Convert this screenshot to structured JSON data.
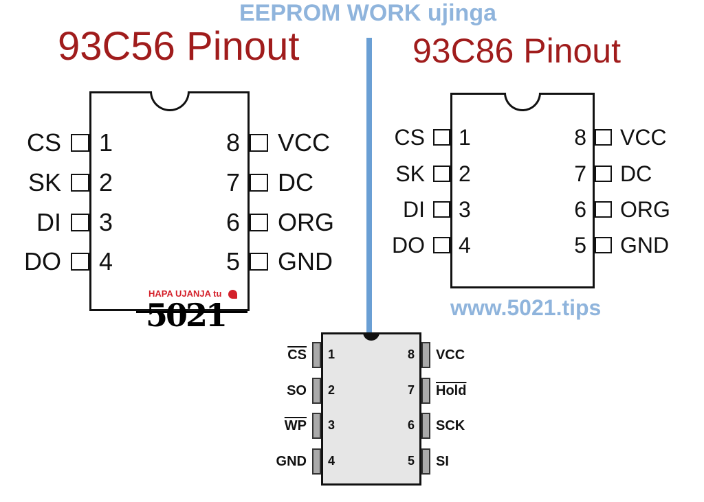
{
  "title": "EEPROM WORK ujinga",
  "website": "www.5021.tips",
  "logo": {
    "tagline": "HAPA UJANJA tu",
    "number": "5021"
  },
  "colors": {
    "title": "#8fb4dc",
    "heading": "#a01c1c",
    "divider": "#6a9fd4"
  },
  "chips": [
    {
      "heading": "93C56 Pinout",
      "left_pins": [
        {
          "num": "1",
          "label": "CS"
        },
        {
          "num": "2",
          "label": "SK"
        },
        {
          "num": "3",
          "label": "DI"
        },
        {
          "num": "4",
          "label": "DO"
        }
      ],
      "right_pins": [
        {
          "num": "8",
          "label": "VCC"
        },
        {
          "num": "7",
          "label": "DC"
        },
        {
          "num": "6",
          "label": "ORG"
        },
        {
          "num": "5",
          "label": "GND"
        }
      ]
    },
    {
      "heading": "93C86 Pinout",
      "left_pins": [
        {
          "num": "1",
          "label": "CS"
        },
        {
          "num": "2",
          "label": "SK"
        },
        {
          "num": "3",
          "label": "DI"
        },
        {
          "num": "4",
          "label": "DO"
        }
      ],
      "right_pins": [
        {
          "num": "8",
          "label": "VCC"
        },
        {
          "num": "7",
          "label": "DC"
        },
        {
          "num": "6",
          "label": "ORG"
        },
        {
          "num": "5",
          "label": "GND"
        }
      ]
    },
    {
      "heading": null,
      "left_pins": [
        {
          "num": "1",
          "label": "CS",
          "overline": true
        },
        {
          "num": "2",
          "label": "SO"
        },
        {
          "num": "3",
          "label": "WP",
          "overline": true
        },
        {
          "num": "4",
          "label": "GND"
        }
      ],
      "right_pins": [
        {
          "num": "8",
          "label": "VCC"
        },
        {
          "num": "7",
          "label": "Hold",
          "overline": true
        },
        {
          "num": "6",
          "label": "SCK"
        },
        {
          "num": "5",
          "label": "SI"
        }
      ]
    }
  ]
}
